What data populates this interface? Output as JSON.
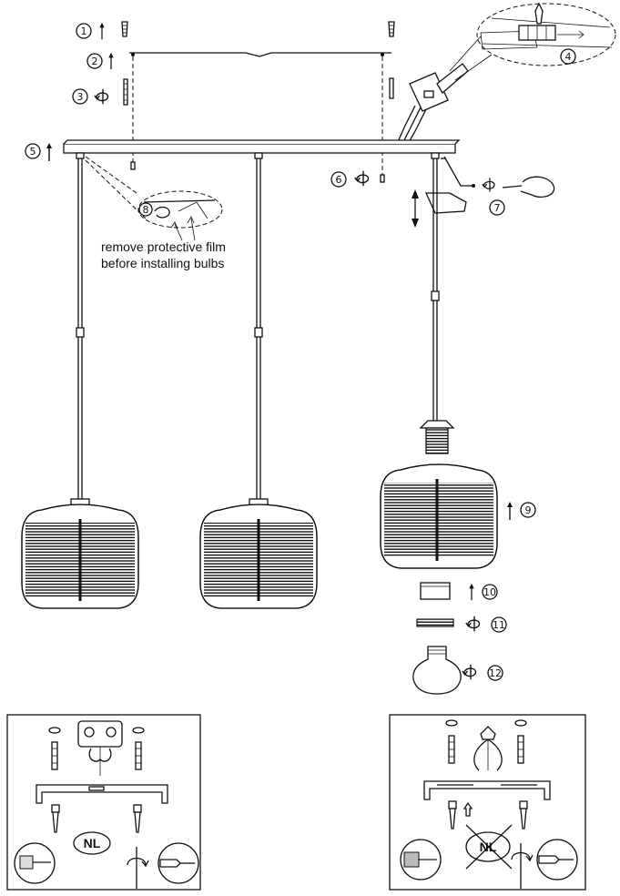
{
  "steps": [
    "1",
    "2",
    "3",
    "4",
    "5",
    "6",
    "7",
    "8",
    "9",
    "10",
    "11",
    "12"
  ],
  "note": {
    "line1": "remove protective film",
    "line2": "before installing bulbs"
  },
  "insets": {
    "left_badge": "NL",
    "right_badge": "NL"
  },
  "icons": {
    "rotate": "rotate-arrow-icon",
    "up": "up-arrow-icon",
    "updown": "double-arrow-icon",
    "screw": "screw-icon",
    "screwdriver": "screwdriver-icon",
    "no_symbol": "prohibited-icon"
  }
}
